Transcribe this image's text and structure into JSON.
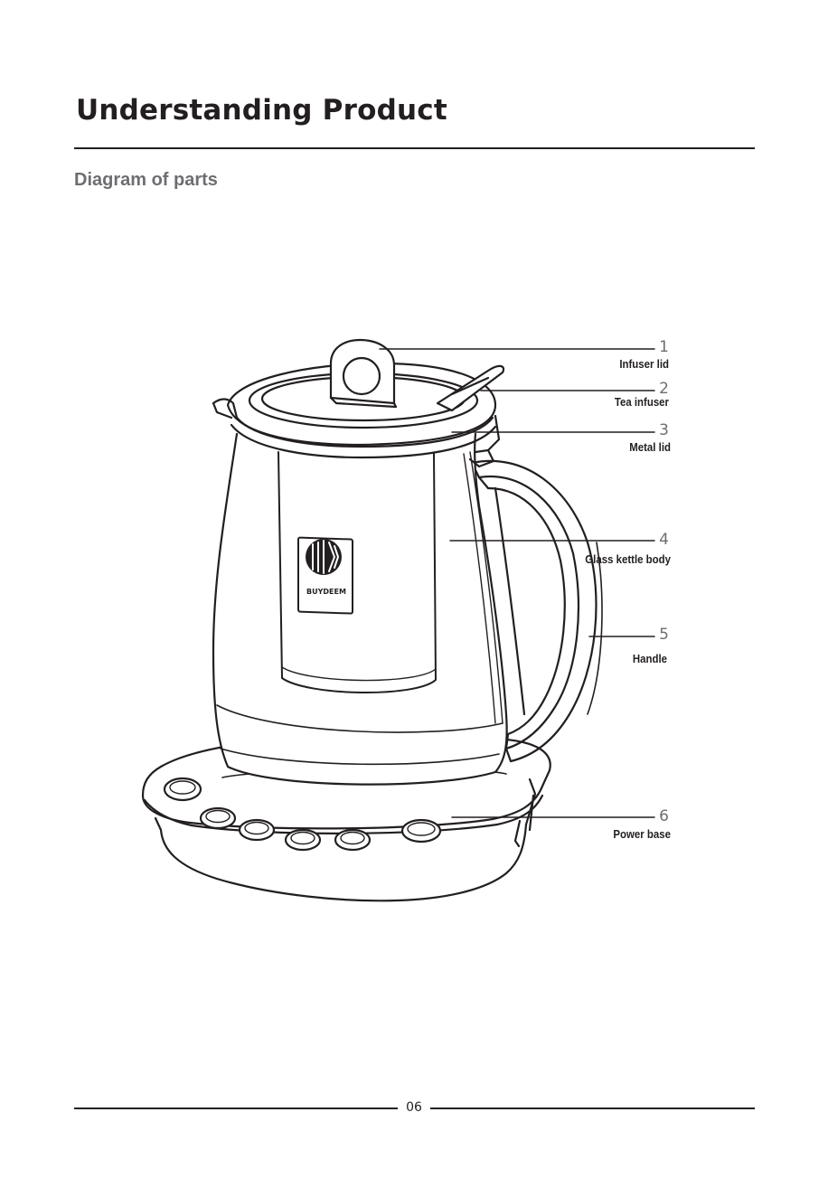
{
  "header": {
    "title": "Understanding Product",
    "section": "Diagram of parts"
  },
  "product": {
    "logo_text": "BUYDEEM"
  },
  "parts": [
    {
      "number": "1",
      "label": "Infuser lid"
    },
    {
      "number": "2",
      "label": "Tea infuser"
    },
    {
      "number": "3",
      "label": "Metal lid"
    },
    {
      "number": "4",
      "label": "Glass kettle body"
    },
    {
      "number": "5",
      "label": "Handle"
    },
    {
      "number": "6",
      "label": "Power base"
    }
  ],
  "footer": {
    "page_number": "06"
  }
}
